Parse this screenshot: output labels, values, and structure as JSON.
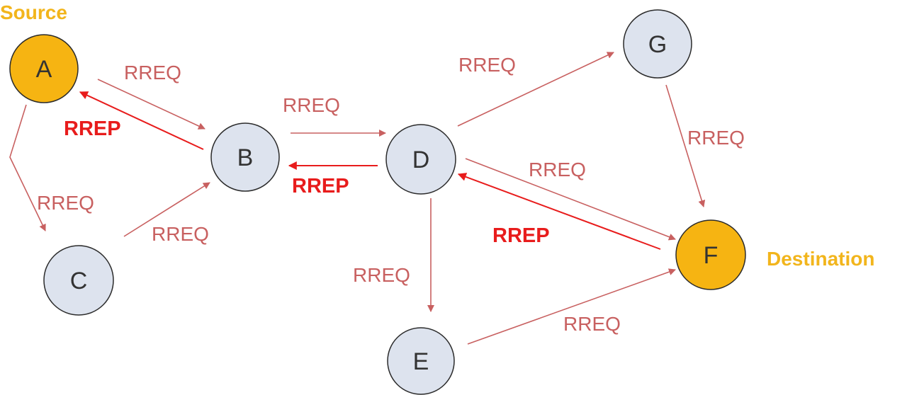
{
  "labels": {
    "source": "Source",
    "destination": "Destination"
  },
  "nodes": [
    {
      "id": "A",
      "label": "A",
      "role": "source"
    },
    {
      "id": "B",
      "label": "B",
      "role": "intermediate"
    },
    {
      "id": "C",
      "label": "C",
      "role": "intermediate"
    },
    {
      "id": "D",
      "label": "D",
      "role": "intermediate"
    },
    {
      "id": "E",
      "label": "E",
      "role": "intermediate"
    },
    {
      "id": "F",
      "label": "F",
      "role": "destination"
    },
    {
      "id": "G",
      "label": "G",
      "role": "intermediate"
    }
  ],
  "edges": [
    {
      "from": "A",
      "to": "B",
      "label": "RREQ",
      "kind": "request"
    },
    {
      "from": "B",
      "to": "A",
      "label": "RREP",
      "kind": "reply"
    },
    {
      "from": "A",
      "to": "C",
      "label": "RREQ",
      "kind": "request"
    },
    {
      "from": "C",
      "to": "B",
      "label": "RREQ",
      "kind": "request"
    },
    {
      "from": "B",
      "to": "D",
      "label": "RREQ",
      "kind": "request"
    },
    {
      "from": "D",
      "to": "B",
      "label": "RREP",
      "kind": "reply"
    },
    {
      "from": "D",
      "to": "G",
      "label": "RREQ",
      "kind": "request"
    },
    {
      "from": "G",
      "to": "F",
      "label": "RREQ",
      "kind": "request"
    },
    {
      "from": "D",
      "to": "F",
      "label": "RREQ",
      "kind": "request"
    },
    {
      "from": "F",
      "to": "D",
      "label": "RREP",
      "kind": "reply"
    },
    {
      "from": "D",
      "to": "E",
      "label": "RREQ",
      "kind": "request"
    },
    {
      "from": "E",
      "to": "F",
      "label": "RREQ",
      "kind": "request"
    }
  ],
  "colors": {
    "endpoint_fill": "#f6b412",
    "node_fill": "#dde3ee",
    "node_stroke": "#2b2b2b",
    "request": "#c86060",
    "reply": "#e81c1c",
    "role_label": "#f2b51c"
  }
}
